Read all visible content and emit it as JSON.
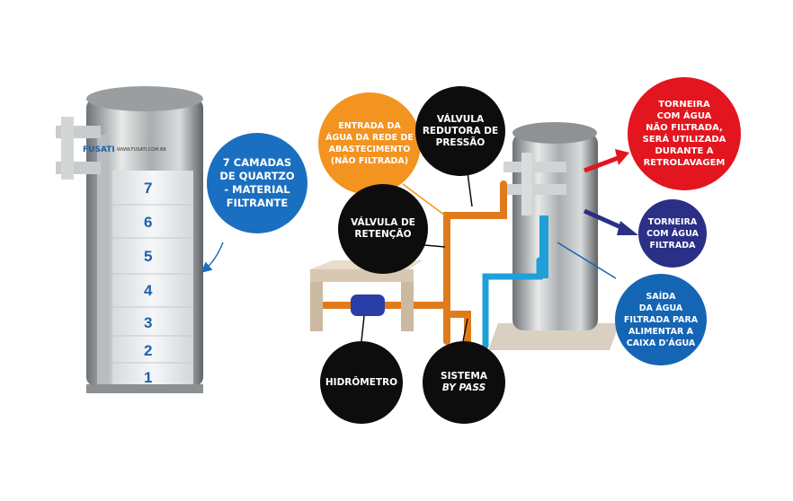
{
  "left_tank": {
    "brand": "FUSATI",
    "website": "WWW.FUSATI.COM.BR",
    "layers": [
      "7",
      "6",
      "5",
      "4",
      "3",
      "2",
      "1"
    ]
  },
  "callouts": {
    "camadas": {
      "lines": [
        "7 CAMADAS",
        "DE QUARTZO",
        "- MATERIAL",
        "FILTRANTE"
      ],
      "color": "#1a6fc0"
    },
    "entrada": {
      "lines": [
        "ENTRADA DA",
        "ÁGUA DA REDE DE",
        "ABASTECIMENTO",
        "(NÃO FILTRADA)"
      ],
      "color": "#f39320"
    },
    "redutora": {
      "lines": [
        "VÁLVULA",
        "REDUTORA DE",
        "PRESSÃO"
      ],
      "color": "#0d0d0d"
    },
    "retencao": {
      "lines": [
        "VÁLVULA DE",
        "RETENÇÃO"
      ],
      "color": "#0d0d0d"
    },
    "hidrometro": {
      "lines": [
        "HIDRÔMETRO"
      ],
      "color": "#0d0d0d"
    },
    "bypass": {
      "lines": [
        "SISTEMA",
        "BY PASS"
      ],
      "color": "#0d0d0d"
    },
    "torneira_nao_filtrada": {
      "lines": [
        "TORNEIRA",
        "COM ÁGUA",
        "NÃO FILTRADA,",
        "SERÁ UTILIZADA",
        "DURANTE A",
        "RETROLAVAGEM"
      ],
      "color": "#e3151f"
    },
    "torneira_filtrada": {
      "lines": [
        "TORNEIRA",
        "COM ÁGUA",
        "FILTRADA"
      ],
      "color": "#2b2f86"
    },
    "saida": {
      "lines": [
        "SAÍDA",
        "DA ÁGUA",
        "FILTRADA PARA",
        "ALIMENTAR A",
        "CAIXA D'ÁGUA"
      ],
      "color": "#1565b5"
    }
  }
}
